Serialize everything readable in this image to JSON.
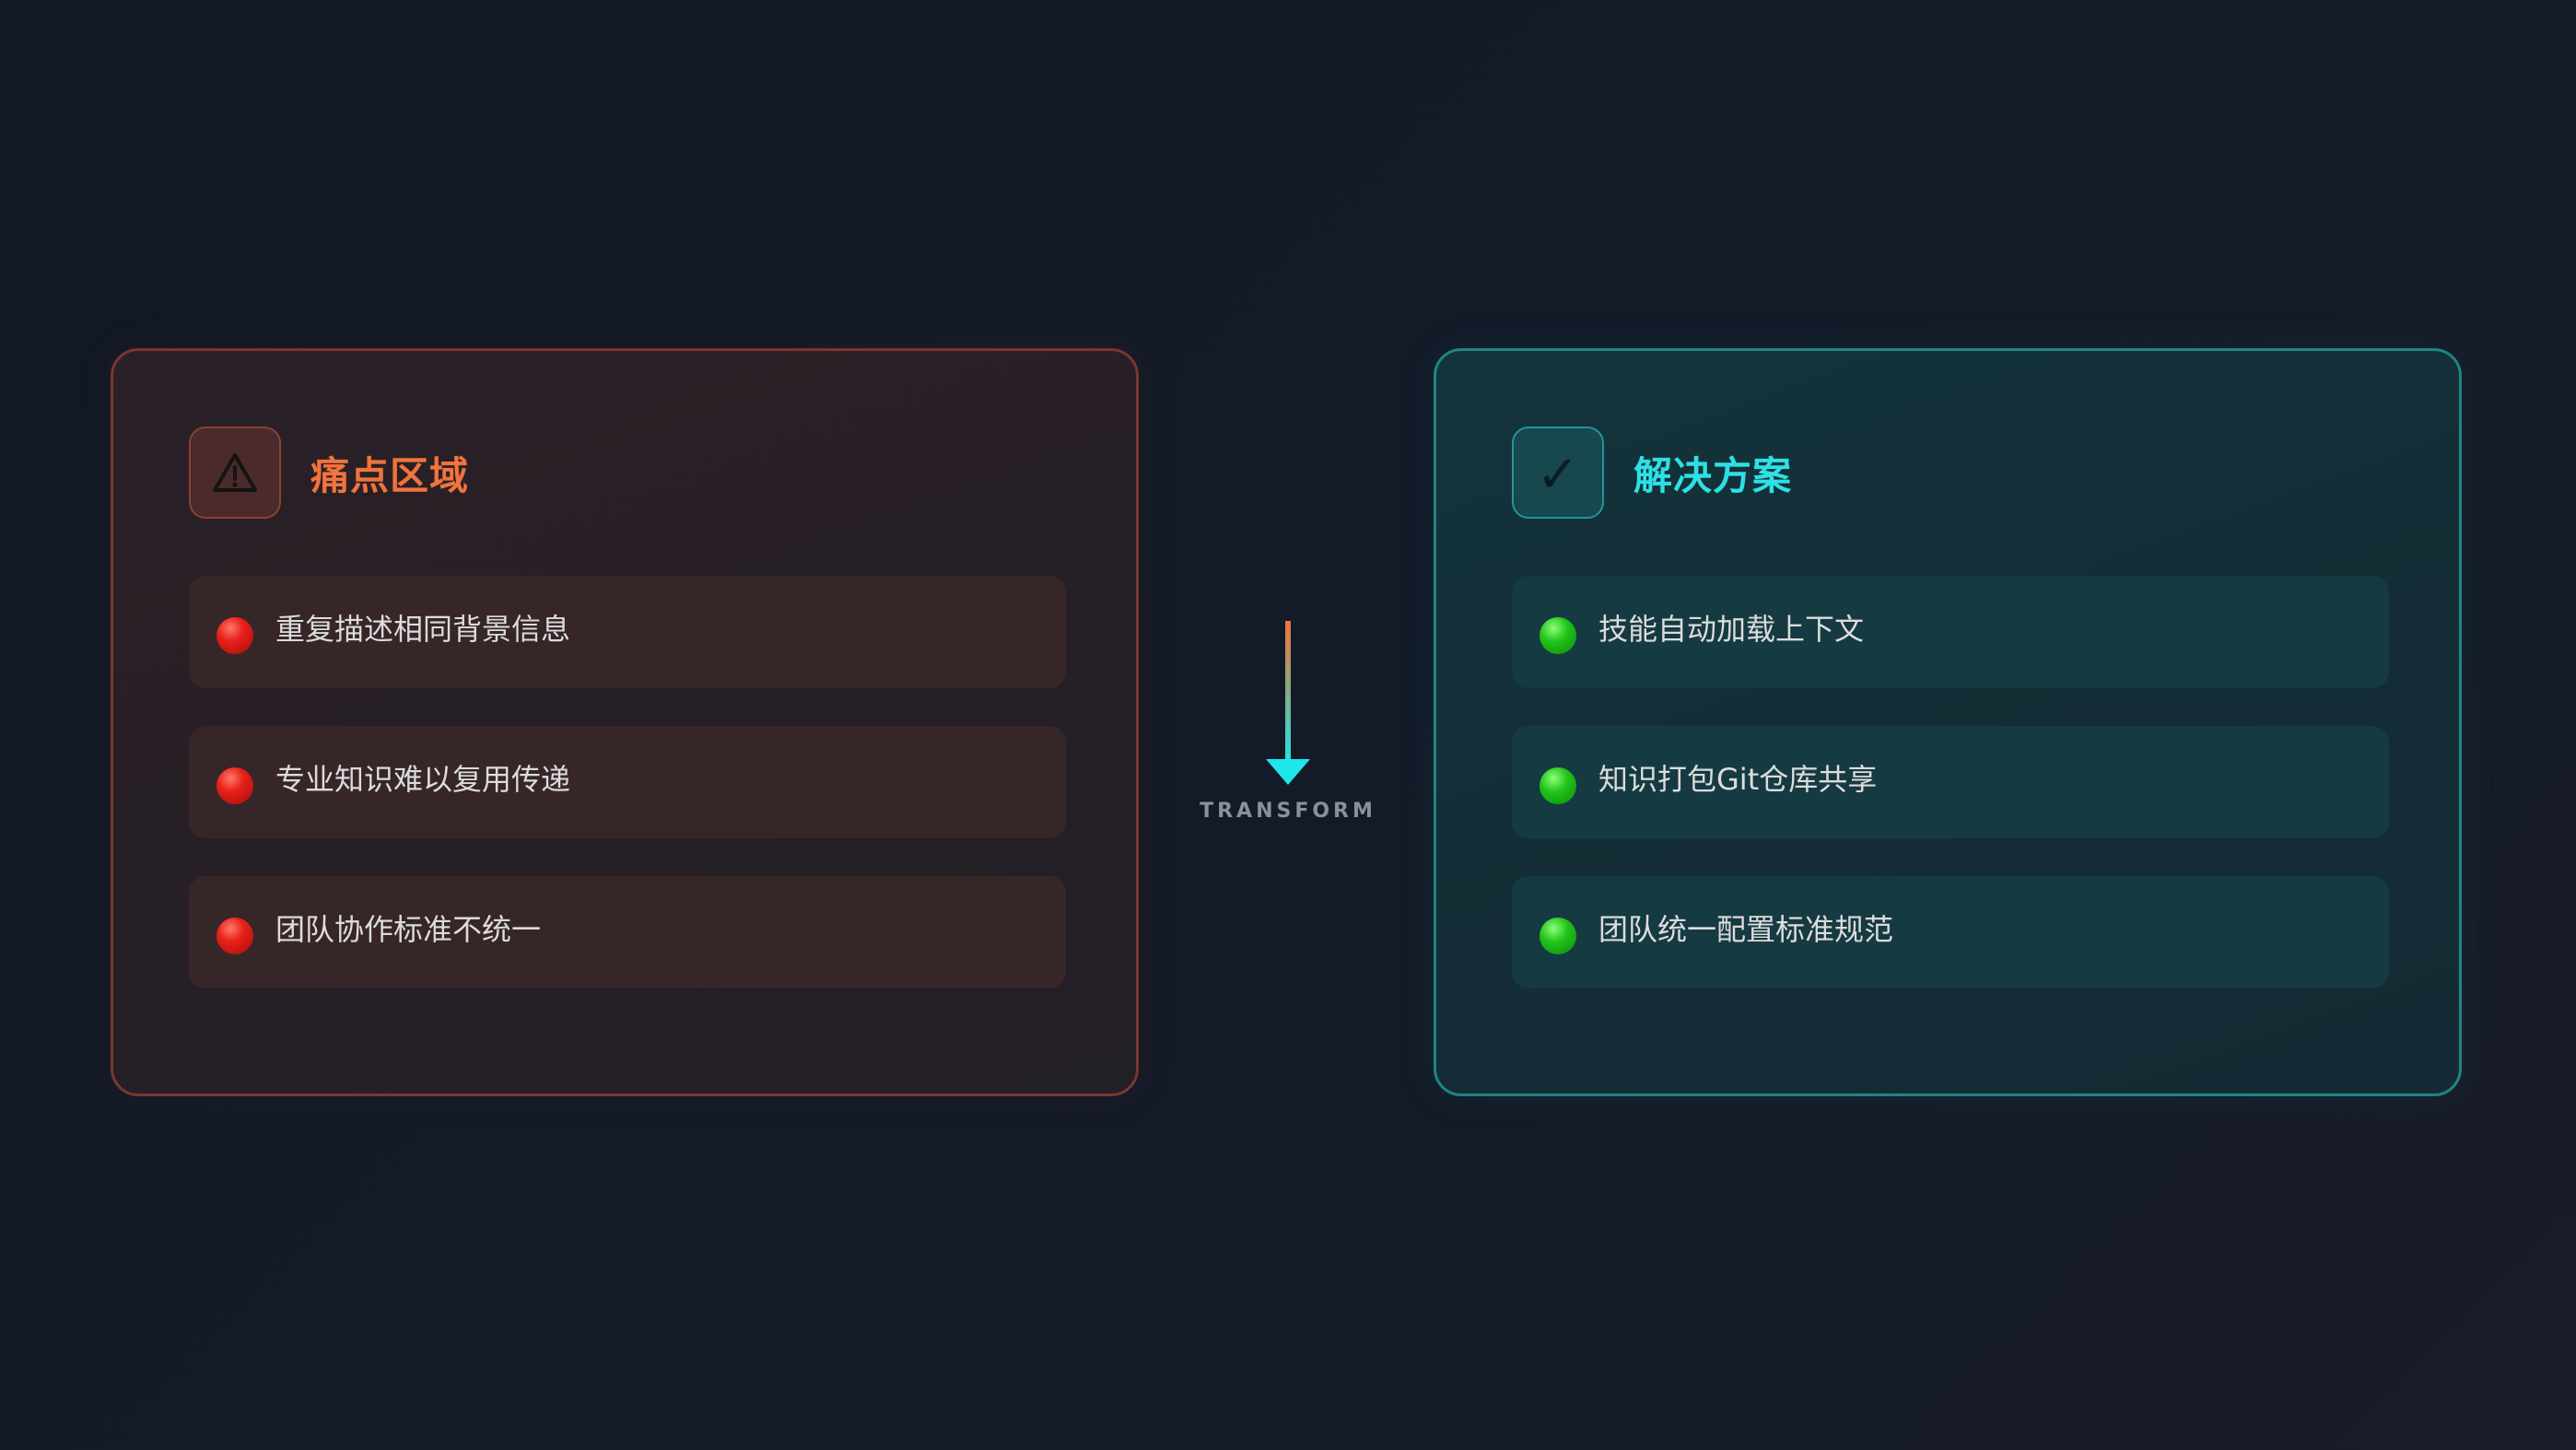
{
  "pain_panel": {
    "title": "痛点区域",
    "icon": "warning-icon",
    "items": [
      {
        "text": "重复描述相同背景信息",
        "icon": "red-dot-icon"
      },
      {
        "text": "专业知识难以复用传递",
        "icon": "red-dot-icon"
      },
      {
        "text": "团队协作标准不统一",
        "icon": "red-dot-icon"
      }
    ]
  },
  "solution_panel": {
    "title": "解决方案",
    "icon": "check-icon",
    "items": [
      {
        "text": "技能自动加载上下文",
        "icon": "green-dot-icon"
      },
      {
        "text": "知识打包Git仓库共享",
        "icon": "green-dot-icon"
      },
      {
        "text": "团队统一配置标准规范",
        "icon": "green-dot-icon"
      }
    ]
  },
  "transform": {
    "label": "TRANSFORM",
    "icon": "arrow-down-icon"
  },
  "colors": {
    "pain_accent": "#f0743c",
    "pain_border": "#7a372f",
    "solution_accent": "#2ee0e4",
    "solution_border": "#1f8585",
    "bad_dot": "#e8201a",
    "good_dot": "#22c41a",
    "background": "#131a28"
  }
}
